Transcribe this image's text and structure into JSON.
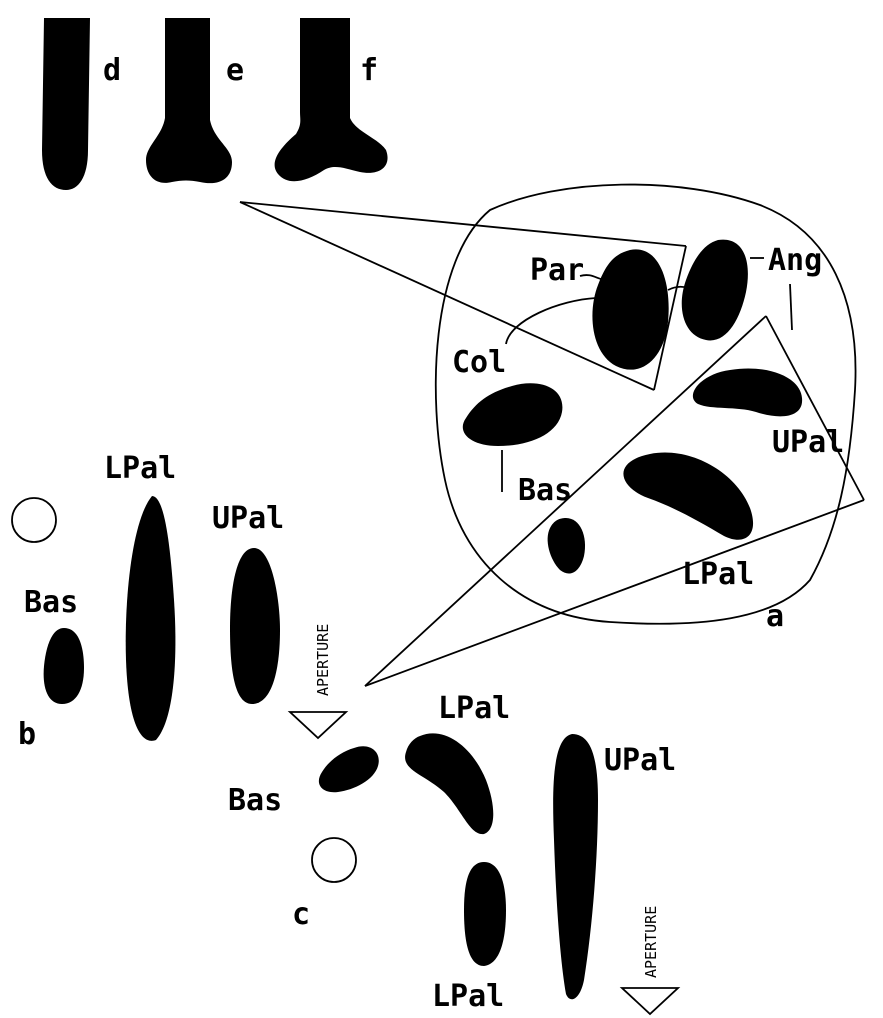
{
  "colors": {
    "ink": "#000000",
    "paper": "#ffffff"
  },
  "panel_a": {
    "letter": "a",
    "labels": {
      "par": "Par",
      "ang": "Ang",
      "col": "Col",
      "upal": "UPal",
      "bas": "Bas",
      "lpal": "LPal"
    }
  },
  "panel_b": {
    "letter": "b",
    "labels": {
      "lpal": "LPal",
      "upal": "UPal",
      "bas": "Bas"
    },
    "aperture": "APERTURE"
  },
  "panel_c": {
    "letter": "c",
    "labels": {
      "lpal_top": "LPal",
      "upal": "UPal",
      "bas": "Bas",
      "lpal_bottom": "LPal"
    },
    "aperture": "APERTURE"
  },
  "shaft_profiles": {
    "d": "d",
    "e": "e",
    "f": "f"
  }
}
